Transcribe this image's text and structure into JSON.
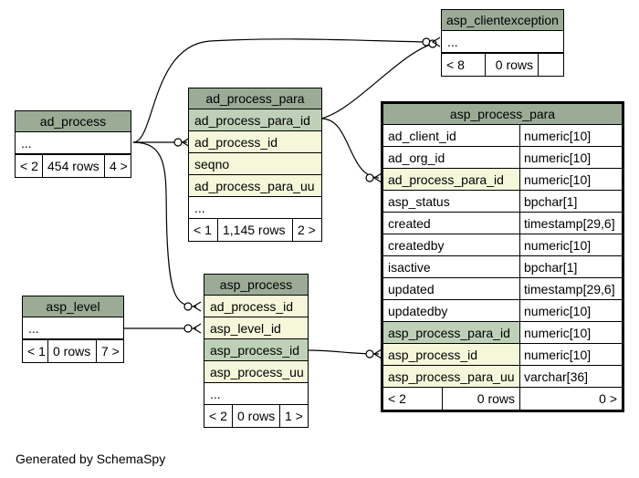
{
  "tables": {
    "asp_clientexception": {
      "title": "asp_clientexception",
      "rows": [
        "..."
      ],
      "foot": [
        "< 8",
        "0 rows",
        ""
      ]
    },
    "ad_process": {
      "title": "ad_process",
      "rows": [
        "..."
      ],
      "foot": [
        "< 2",
        "454 rows",
        "4 >"
      ]
    },
    "ad_process_para": {
      "title": "ad_process_para",
      "rows": [
        "ad_process_para_id",
        "ad_process_id",
        "seqno",
        "ad_process_para_uu",
        "..."
      ],
      "foot": [
        "< 1",
        "1,145 rows",
        "2 >"
      ]
    },
    "asp_level": {
      "title": "asp_level",
      "rows": [
        "..."
      ],
      "foot": [
        "< 1",
        "0 rows",
        "7 >"
      ]
    },
    "asp_process": {
      "title": "asp_process",
      "rows": [
        "ad_process_id",
        "asp_level_id",
        "asp_process_id",
        "asp_process_uu",
        "..."
      ],
      "foot": [
        "< 2",
        "0 rows",
        "1 >"
      ]
    },
    "asp_process_para": {
      "title": "asp_process_para",
      "columns": [
        {
          "name": "ad_client_id",
          "type": "numeric[10]"
        },
        {
          "name": "ad_org_id",
          "type": "numeric[10]"
        },
        {
          "name": "ad_process_para_id",
          "type": "numeric[10]"
        },
        {
          "name": "asp_status",
          "type": "bpchar[1]"
        },
        {
          "name": "created",
          "type": "timestamp[29,6]"
        },
        {
          "name": "createdby",
          "type": "numeric[10]"
        },
        {
          "name": "isactive",
          "type": "bpchar[1]"
        },
        {
          "name": "updated",
          "type": "timestamp[29,6]"
        },
        {
          "name": "updatedby",
          "type": "numeric[10]"
        },
        {
          "name": "asp_process_para_id",
          "type": "numeric[10]"
        },
        {
          "name": "asp_process_id",
          "type": "numeric[10]"
        },
        {
          "name": "asp_process_para_uu",
          "type": "varchar[36]"
        }
      ],
      "foot": [
        "< 2",
        "0 rows",
        "0 >"
      ]
    }
  },
  "footer": "Generated by SchemaSpy",
  "colors": {
    "header": "#9bab96",
    "pk": "#bed1b8",
    "fk": "#f4f7da"
  }
}
